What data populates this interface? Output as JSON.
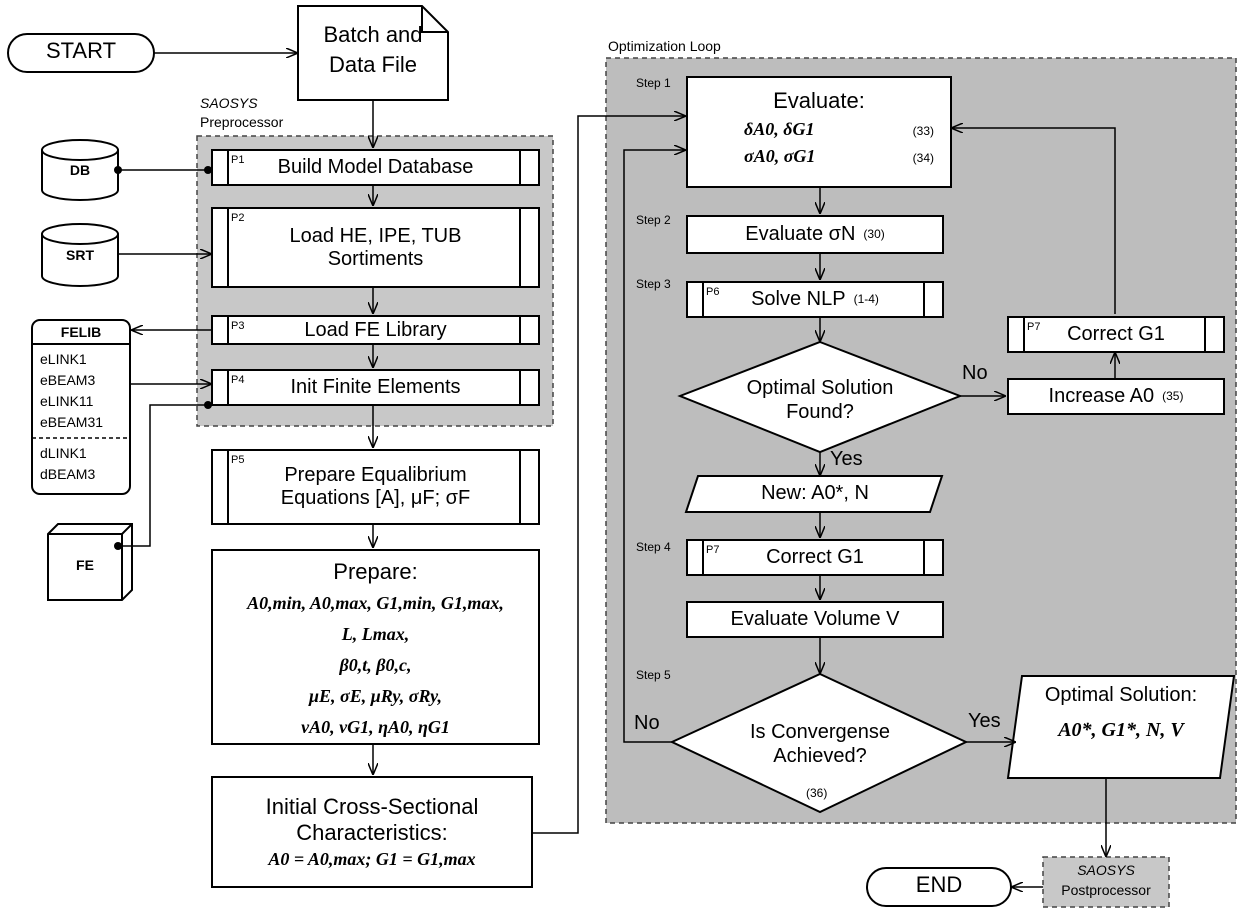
{
  "terminals": {
    "start": "START",
    "end": "END"
  },
  "batch_file": {
    "line1": "Batch and",
    "line2": "Data File"
  },
  "preprocessor": {
    "name": "SAOSYS",
    "label": "Preprocessor"
  },
  "postprocessor": {
    "name": "SAOSYS",
    "label": "Postprocessor"
  },
  "optimization_loop_label": "Optimization Loop",
  "databases": {
    "db": "DB",
    "srt": "SRT",
    "fe": "FE"
  },
  "felib": {
    "title": "FELIB",
    "elements": [
      "eLINK1",
      "eBEAM3",
      "eLINK11",
      "eBEAM31"
    ],
    "derived": [
      "dLINK1",
      "dBEAM3"
    ]
  },
  "processes": {
    "p1": {
      "tag": "P1",
      "text": "Build Model Database"
    },
    "p2": {
      "tag": "P2",
      "line1": "Load HE, IPE, TUB",
      "line2": "Sortiments"
    },
    "p3": {
      "tag": "P3",
      "text": "Load FE Library"
    },
    "p4": {
      "tag": "P4",
      "text": "Init Finite Elements"
    },
    "p5": {
      "tag": "P5",
      "line1": "Prepare Equalibrium",
      "line2": "Equations [A], μF; σF"
    },
    "p6": {
      "tag": "P6",
      "text": "Solve NLP",
      "ref": "(1-4)"
    },
    "p7a": {
      "tag": "P7",
      "text": "Correct G1"
    },
    "p7b": {
      "tag": "P7",
      "text": "Correct G1"
    }
  },
  "prepare": {
    "title": "Prepare:",
    "lines": [
      "A0,min, A0,max, G1,min, G1,max,",
      "L, Lmax,",
      "β0,t, β0,c,",
      "μE, σE, μRy, σRy,",
      "νA0, νG1, ηA0, ηG1"
    ]
  },
  "initial": {
    "line1": "Initial Cross-Sectional",
    "line2": "Characteristics:",
    "line3": "A0 = A0,max;  G1 = G1,max"
  },
  "steps": {
    "step1": "Step 1",
    "step2": "Step 2",
    "step3": "Step 3",
    "step4": "Step 4",
    "step5": "Step 5"
  },
  "evaluate_box": {
    "title": "Evaluate:",
    "row1": "δA0, δG1",
    "ref1": "(33)",
    "row2": "σA0, σG1",
    "ref2": "(34)"
  },
  "evaluate_sigma": {
    "text": "Evaluate σN",
    "ref": "(30)"
  },
  "decision1": {
    "line1": "Optimal Solution",
    "line2": "Found?",
    "yes": "Yes",
    "no": "No"
  },
  "increase": {
    "text": "Increase A0",
    "ref": "(35)"
  },
  "new_io": {
    "text": "New: A0*, N"
  },
  "evaluate_volume": {
    "text": "Evaluate Volume V"
  },
  "decision2": {
    "line1": "Is Convergense",
    "line2": "Achieved?",
    "ref": "(36)",
    "yes": "Yes",
    "no": "No"
  },
  "optimal": {
    "title": "Optimal Solution:",
    "values": "A0*, G1*, N, V"
  }
}
